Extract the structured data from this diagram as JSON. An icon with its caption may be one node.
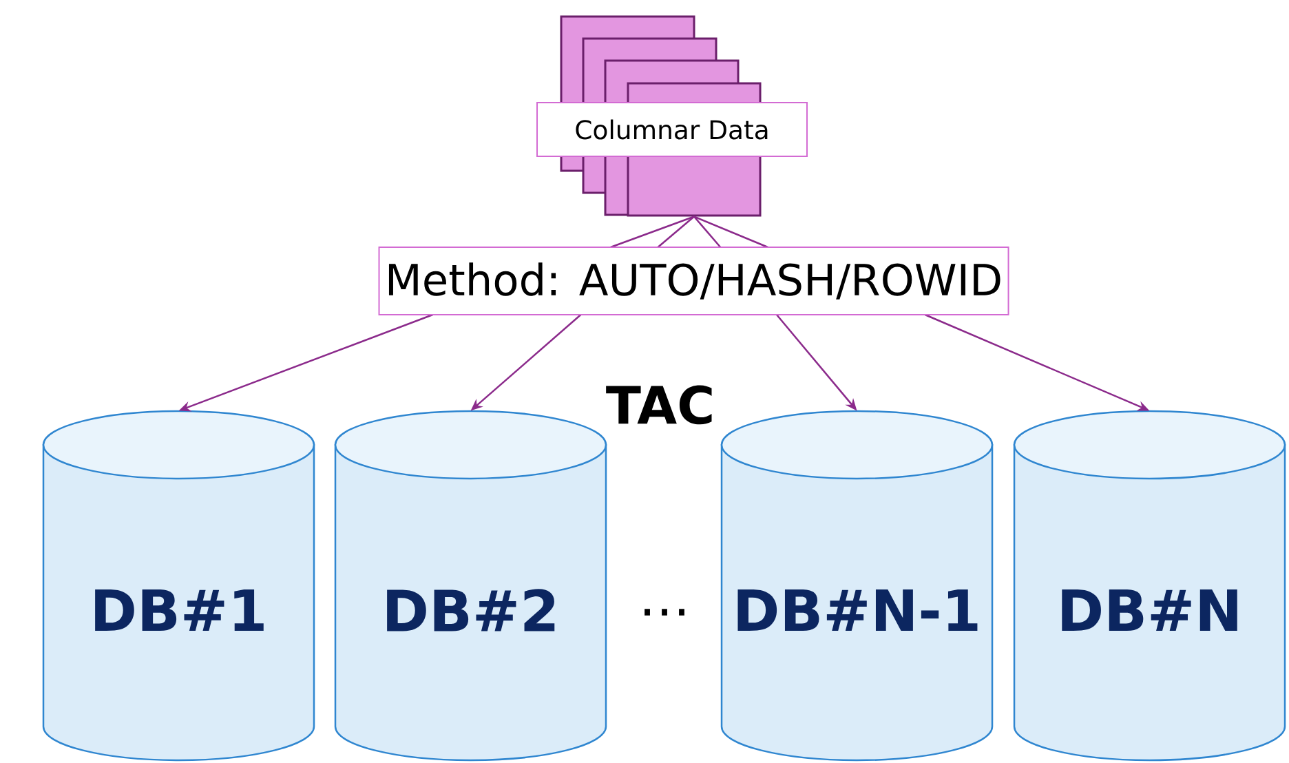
{
  "diagram": {
    "nodes": [
      {
        "text": [
          "Columnar Data"
        ]
      },
      {
        "text": [
          "Method: AUTO/HASH/ROWID"
        ]
      },
      {
        "text": [
          "DB#1"
        ]
      },
      {
        "text": [
          "DB#2"
        ]
      },
      {
        "text": [
          "DB#N-1"
        ]
      },
      {
        "text": [
          "DB#N"
        ]
      }
    ],
    "edges": [
      {
        "from": 0,
        "to": 1,
        "arrow": "none"
      },
      {
        "from": 0,
        "to": 1,
        "arrow": "none"
      },
      {
        "from": 0,
        "to": 1,
        "arrow": "none"
      },
      {
        "from": 0,
        "to": 1,
        "arrow": "none"
      },
      {
        "from": 1,
        "to": 2,
        "arrow": "to"
      },
      {
        "from": 1,
        "to": 3,
        "arrow": "to"
      },
      {
        "from": 1,
        "to": 4,
        "arrow": "to"
      },
      {
        "from": 1,
        "to": 5,
        "arrow": "to"
      }
    ],
    "labels": [
      "TAC",
      "…"
    ]
  }
}
